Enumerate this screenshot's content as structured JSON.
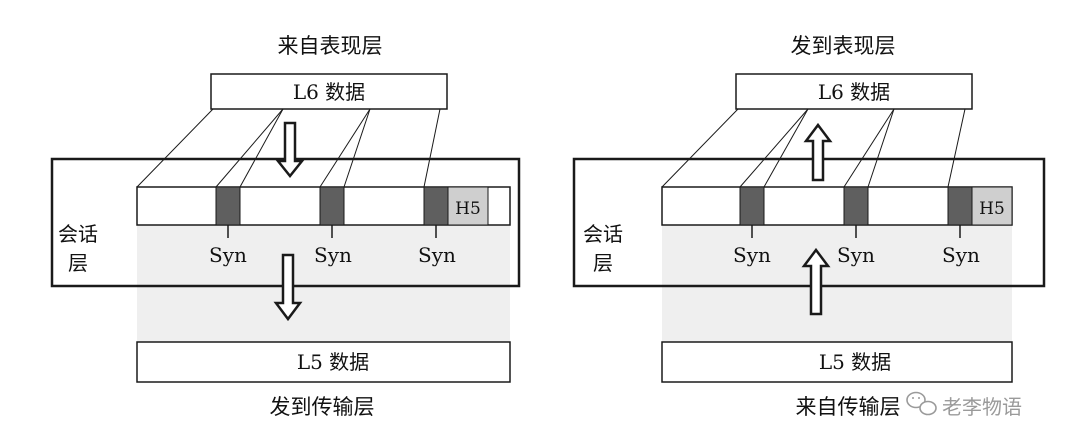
{
  "left": {
    "top_caption": "来自表现层",
    "upper_box": "L6 数据",
    "session_label_line1": "会话",
    "session_label_line2": "层",
    "header_tag": "H5",
    "syn_labels": [
      "Syn",
      "Syn",
      "Syn"
    ],
    "lower_box": "L5 数据",
    "bottom_caption": "发到传输层",
    "arrow_direction": "down"
  },
  "right": {
    "top_caption": "发到表现层",
    "upper_box": "L6 数据",
    "session_label_line1": "会话",
    "session_label_line2": "层",
    "header_tag": "H5",
    "syn_labels": [
      "Syn",
      "Syn",
      "Syn"
    ],
    "lower_box": "L5 数据",
    "bottom_caption": "来自传输层",
    "arrow_direction": "up"
  },
  "watermark": "老李物语",
  "colors": {
    "line": "#1a1a1a",
    "session_fill": "#efefef",
    "sync_fill": "#5f5f5f",
    "header_fill": "#cfcfcf",
    "arrow_fill": "#ffffff"
  }
}
